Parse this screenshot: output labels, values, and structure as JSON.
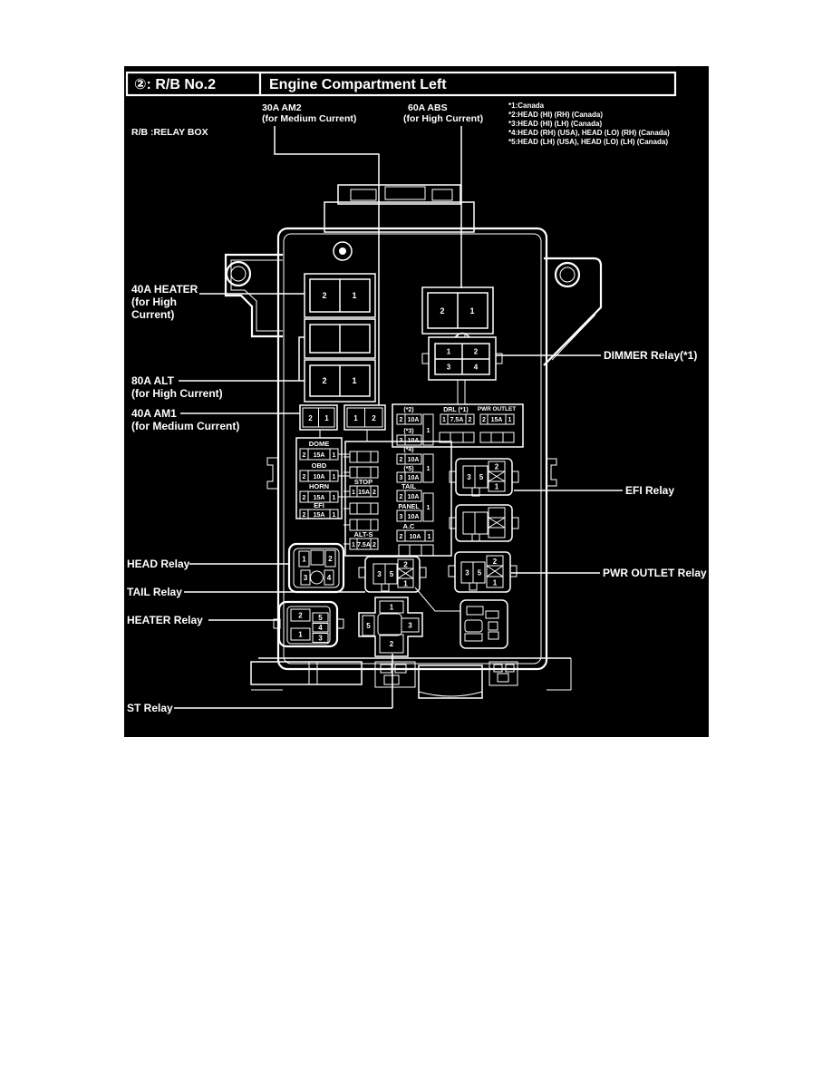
{
  "header": {
    "ref": "②: R/B No.2",
    "title": "Engine Compartment Left"
  },
  "legend": "R/B :RELAY BOX",
  "notes": [
    "*1:Canada",
    "*2:HEAD (HI) (RH) (Canada)",
    "*3:HEAD (HI) (LH) (Canada)",
    "*4:HEAD (RH) (USA), HEAD (LO) (RH) (Canada)",
    "*5:HEAD (LH) (USA), HEAD (LO) (LH) (Canada)"
  ],
  "callouts": {
    "am2_1": "30A AM2",
    "am2_2": "(for Medium Current)",
    "abs_1": "60A ABS",
    "abs_2": "(for High Current)",
    "heater_1": "40A HEATER",
    "heater_2": "(for High",
    "heater_3": "Current)",
    "alt_1": "80A ALT",
    "alt_2": "(for High Current)",
    "am1_1": "40A AM1",
    "am1_2": "(for Medium Current)",
    "head": "HEAD Relay",
    "tail": "TAIL Relay",
    "heaterr": "HEATER Relay",
    "st": "ST Relay",
    "dimmer": "DIMMER Relay(*1)",
    "efi": "EFI Relay",
    "pwr": "PWR OUTLET Relay"
  },
  "big": {
    "heater": [
      "2",
      "1"
    ],
    "alt": [
      "2",
      "1"
    ],
    "abs": [
      "2",
      "1"
    ],
    "am1l": [
      "2",
      "1"
    ],
    "am1r": [
      "1",
      "2"
    ]
  },
  "dimmer_pins": [
    "1",
    "2",
    "3",
    "4"
  ],
  "dome_group": [
    {
      "label": "DOME",
      "c": [
        "2",
        "15A",
        "1"
      ]
    },
    {
      "label": "OBD",
      "c": [
        "2",
        "10A",
        "1"
      ]
    },
    {
      "label": "HORN",
      "c": [
        "2",
        "15A",
        "1"
      ]
    },
    {
      "label": "EFI",
      "c": [
        "2",
        "15A",
        "1"
      ]
    }
  ],
  "mid_group": {
    "stop": {
      "label": "STOP",
      "c": [
        "1",
        "15A",
        "2"
      ]
    },
    "alts": {
      "label": "ALT-S",
      "c": [
        "1",
        "7.5A",
        "2"
      ]
    }
  },
  "right_group": {
    "g23": {
      "l1": "(*2)",
      "f1": [
        "2",
        "10A"
      ],
      "l2": "(*3)",
      "f2": [
        "3",
        "10A"
      ],
      "tall": "1"
    },
    "g45": {
      "l1": "(*4)",
      "f1": [
        "2",
        "10A"
      ],
      "l2": "(*5)",
      "f2": [
        "3",
        "10A"
      ],
      "tall": "1"
    },
    "tp": {
      "l1": "TAIL",
      "f1": [
        "2",
        "10A"
      ],
      "l2": "PANEL",
      "f2": [
        "3",
        "10A"
      ],
      "tall": "1"
    },
    "ac": {
      "label": "A.C",
      "c": [
        "2",
        "10A",
        "1"
      ]
    }
  },
  "top_right": {
    "drl": {
      "label": "DRL (*1)",
      "c": [
        "1",
        "7.5A",
        "2"
      ]
    },
    "pwr": {
      "label": "PWR OUTLET",
      "c": [
        "2",
        "15A",
        "1"
      ]
    }
  },
  "relays": {
    "efi": [
      "3",
      "5",
      "2",
      "1"
    ],
    "tail": [
      "3",
      "5",
      "2",
      "1"
    ],
    "pwr": [
      "3",
      "5",
      "2",
      "1"
    ],
    "head": [
      "1",
      "2",
      "3",
      "4"
    ],
    "heater": [
      "2",
      "1",
      "5",
      "4",
      "3"
    ],
    "st": [
      "1",
      "5",
      "3",
      "2"
    ]
  }
}
